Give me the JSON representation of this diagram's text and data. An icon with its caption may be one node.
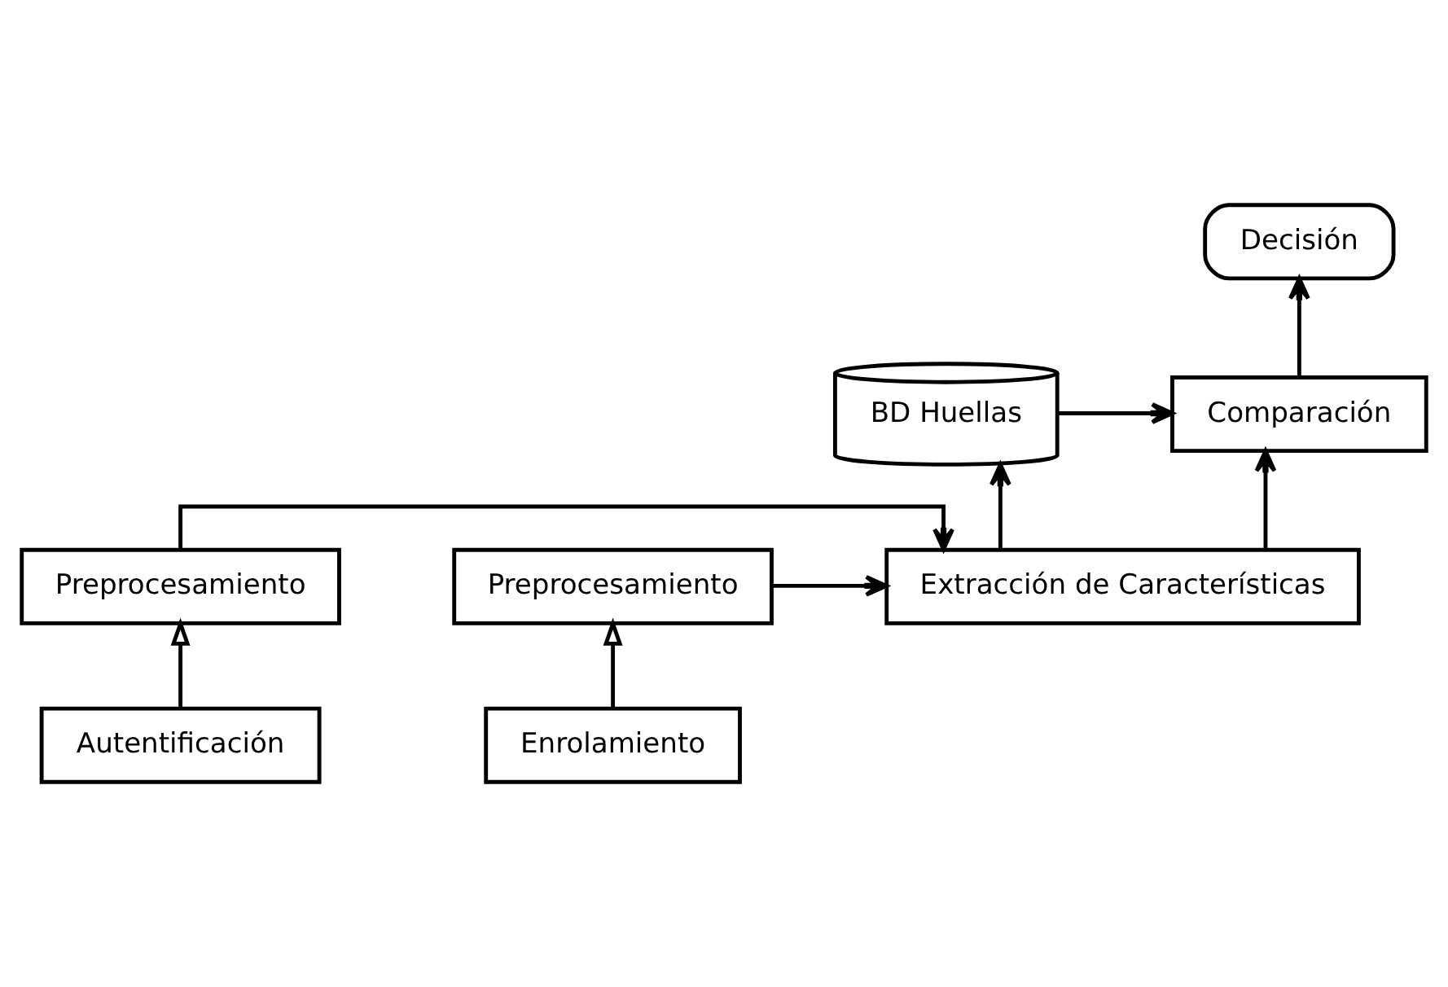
{
  "diagram": {
    "nodes": [
      {
        "text": [
          "Decisión"
        ]
      },
      {
        "text": [
          "Comparación"
        ]
      },
      {
        "text": [
          "BD Huellas"
        ]
      },
      {
        "text": [
          "Preprocesamiento"
        ]
      },
      {
        "text": [
          "Extracción de Características"
        ]
      },
      {
        "text": [
          "Preprocesamiento"
        ]
      },
      {
        "text": [
          "Autentificación"
        ]
      },
      {
        "text": [
          "Enrolamiento"
        ]
      }
    ],
    "edges": [
      {
        "from": 1,
        "to": 0,
        "arrow": "to"
      },
      {
        "from": 2,
        "to": 1,
        "arrow": "to"
      },
      {
        "from": 4,
        "to": 1,
        "arrow": "to"
      },
      {
        "from": 4,
        "to": 2,
        "arrow": "to"
      },
      {
        "from": 3,
        "to": 4,
        "arrow": "to"
      },
      {
        "from": 5,
        "to": 4,
        "arrow": "to"
      },
      {
        "from": 6,
        "to": 3,
        "arrow": "to"
      },
      {
        "from": 7,
        "to": 5,
        "arrow": "to"
      }
    ]
  }
}
